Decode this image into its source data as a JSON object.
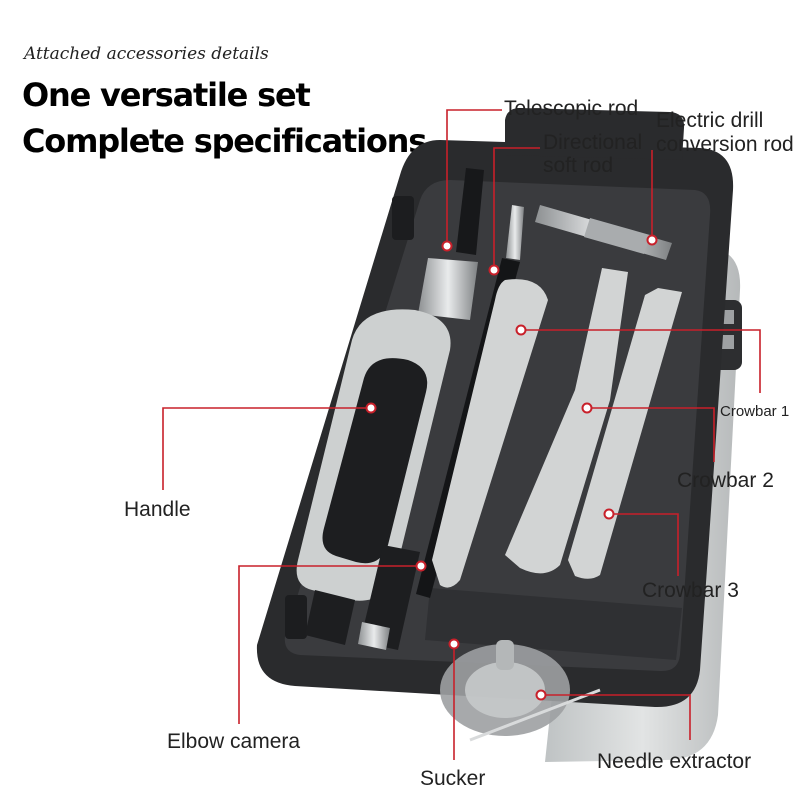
{
  "header": {
    "subtitle": "Attached accessories details",
    "headline_1": "One versatile set",
    "headline_2": "Complete specifications"
  },
  "callouts": {
    "telescopic_rod": "Telescopic rod",
    "directional_soft_rod_1": "Directional",
    "directional_soft_rod_2": "soft rod",
    "electric_drill_1": "Electric drill",
    "electric_drill_2": "conversion rod",
    "crowbar_1": "Crowbar 1",
    "crowbar_2": "Crowbar 2",
    "crowbar_3": "Crowbar 3",
    "handle": "Handle",
    "elbow_camera": "Elbow camera",
    "sucker": "Sucker",
    "needle_extractor": "Needle extractor"
  },
  "colors": {
    "callout_line": "#c8202a",
    "case_dark": "#2a2b2d",
    "case_grey": "#c9cccd",
    "tool_grey": "#d2d4d4"
  }
}
